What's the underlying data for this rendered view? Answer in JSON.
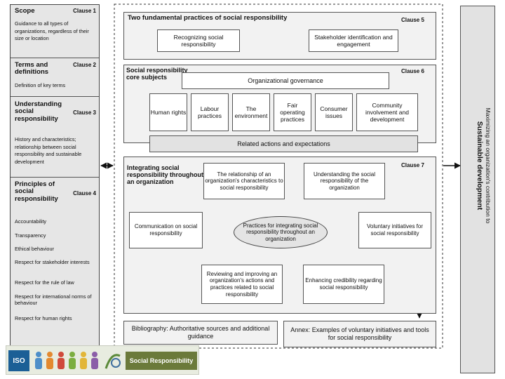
{
  "left_column": {
    "scope": {
      "title": "Scope",
      "clause": "Clause 1",
      "body": "Guidance to all types of organizations, regardless of their size or location"
    },
    "terms": {
      "title": "Terms and definitions",
      "clause": "Clause 2",
      "body": "Definition of key terms"
    },
    "understanding": {
      "title": "Understanding social responsibility",
      "clause": "Clause 3",
      "body": "History and characteristics; relationship between social responsibility and sustainable development"
    },
    "principles": {
      "title": "Principles of social responsibility",
      "clause": "Clause 4",
      "items": [
        "Accountability",
        "Transparency",
        "Ethical behaviour",
        "Respect for stakeholder interests",
        "Respect for the rule of law",
        "Respect for international norms of behaviour",
        "Respect for human rights"
      ]
    }
  },
  "clause5": {
    "title": "Two fundamental practices of social responsibility",
    "clause": "Clause 5",
    "left_box": "Recognizing social responsibility",
    "right_box": "Stakeholder identification and engagement"
  },
  "clause6": {
    "title": "Social responsibility core subjects",
    "clause": "Clause 6",
    "governance": "Organizational governance",
    "subjects": [
      "Human rights",
      "Labour practices",
      "The environment",
      "Fair operating practices",
      "Consumer issues",
      "Community involvement and development"
    ],
    "related": "Related actions and expectations"
  },
  "clause7": {
    "title": "Integrating social responsibility throughout an organization",
    "clause": "Clause 7",
    "relationship": "The relationship of an organization's characteristics to social responsibility",
    "understanding": "Understanding the social responsibility of the organization",
    "communication": "Communication on social responsibility",
    "center": "Practices for integrating social responsibility throughout an organization",
    "voluntary": "Voluntary initiatives for social responsibility",
    "reviewing": "Reviewing and improving an organization's actions and practices related to social responsibility",
    "credibility": "Enhancing credibility regarding social responsibility"
  },
  "bibliography": "Bibliography: Authoritative sources and additional guidance",
  "annex": "Annex: Examples of voluntary initiatives and tools for social responsibility",
  "right_panel": {
    "line1": "Maximizing an organization's contribution to",
    "line2": "Sustainable development"
  },
  "footer": {
    "iso_label": "ISO",
    "banner_label": "Social Responsibility",
    "colors": {
      "iso_blue": "#1b5f96",
      "banner_green": "#6b7a3a"
    }
  }
}
